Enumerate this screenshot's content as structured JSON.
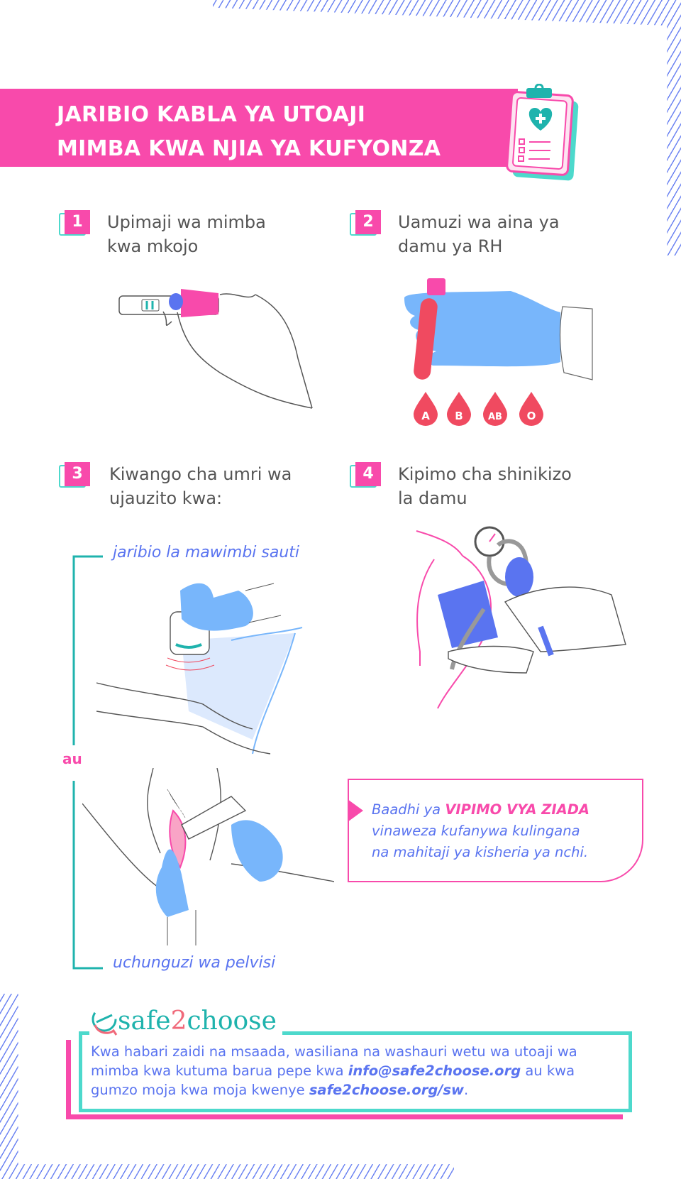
{
  "header": {
    "title_line1": "JARIBIO KABLA YA UTOAJI",
    "title_line2": "MIMBA KWA NJIA YA KUFYONZA"
  },
  "steps": [
    {
      "number": "1",
      "line1": "Upimaji wa mimba",
      "line2": "kwa  mkojo"
    },
    {
      "number": "2",
      "line1": "Uamuzi wa aina ya",
      "line2": "damu ya RH"
    },
    {
      "number": "3",
      "line1": "Kiwango cha umri wa",
      "line2": "ujauzito kwa:"
    },
    {
      "number": "4",
      "line1": "Kipimo cha shinikizo",
      "line2": "la damu"
    }
  ],
  "blood_types": [
    "A",
    "B",
    "AB",
    "O"
  ],
  "gestation_methods": {
    "option1": "jaribio la mawimbi sauti",
    "separator": "au",
    "option2": "uchunguzi wa pelvisi"
  },
  "note": {
    "prefix": "Baadhi ya ",
    "highlight": "VIPIMO VYA ZIADA",
    "line2": "vinaweza kufanywa kulingana",
    "line3": "na mahitaji ya kisheria ya nchi."
  },
  "footer": {
    "logo_part1": "safe",
    "logo_part2": "2",
    "logo_part3": "choose",
    "text1": "Kwa habari zaidi na msaada, wasiliana na washauri wetu wa utoaji wa mimba kwa kutuma barua pepe kwa ",
    "email": "info@safe2choose.org",
    "text2": " au kwa gumzo moja kwa moja kwenye ",
    "link": "safe2choose.org/sw",
    "text3": "."
  },
  "colors": {
    "pink": "#f84aab",
    "teal": "#4dd9cc",
    "blue": "#5a74f0",
    "glove": "#78b6fb",
    "blood": "#f04a60"
  }
}
